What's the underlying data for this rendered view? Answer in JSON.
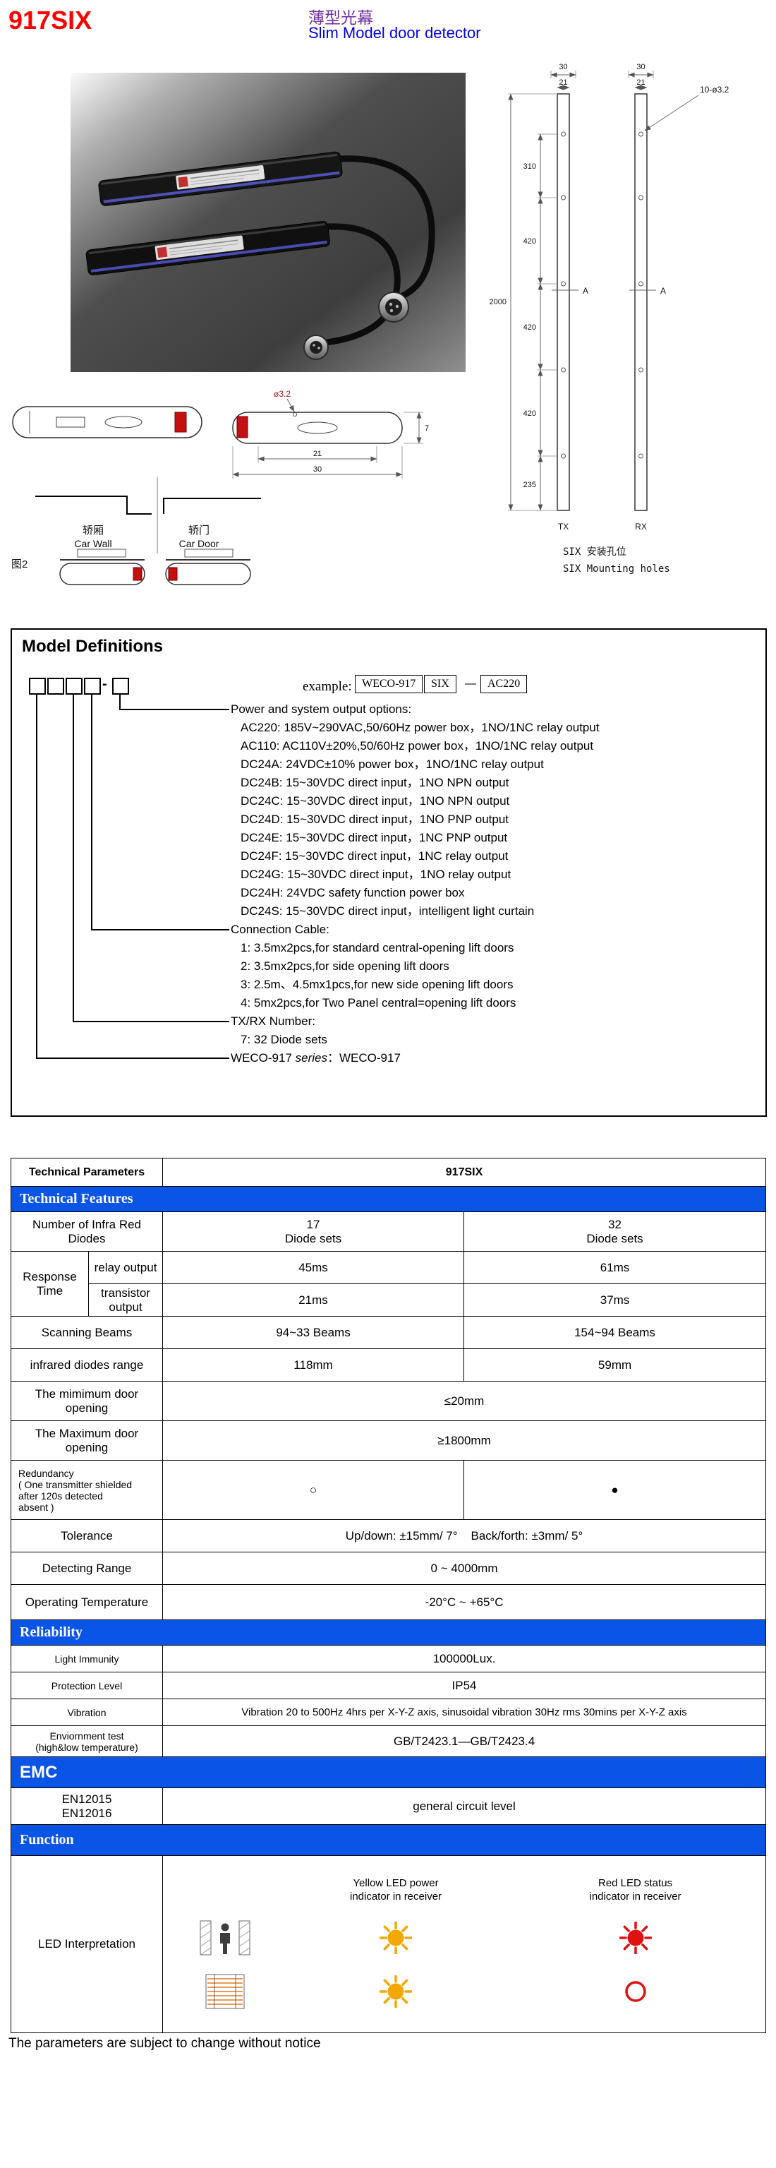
{
  "header": {
    "model": "917SIX",
    "title_cn": "薄型光幕",
    "title_en": "Slim Model  door detector"
  },
  "drawing": {
    "dim30": "30",
    "dim21": "21",
    "holes_label": "10-ø3.2",
    "seg310": "310",
    "seg420": "420",
    "seg235": "235",
    "overall": "2000",
    "a": "A",
    "tx": "TX",
    "rx": "RX",
    "caption_cn": "SIX 安装孔位",
    "caption_en": "SIX Mounting holes"
  },
  "cross_section": {
    "dia": "ø3.2",
    "dim21": "21",
    "dim30": "30",
    "dim7": "7",
    "car_wall_cn": "轿厢",
    "car_wall_en": "Car Wall",
    "car_door_cn": "轿门",
    "car_door_en": "Car Door",
    "fig": "图2"
  },
  "model_def": {
    "title": "Model Definitions",
    "example_label": "example:",
    "example_box1": "WECO-917",
    "example_box2": "SIX",
    "example_dash": "—",
    "example_box3": "AC220",
    "lines": [
      "Power and system output options:",
      "AC220: 185V~290VAC,50/60Hz power box，1NO/1NC relay output",
      "AC110: AC110V±20%,50/60Hz power box，1NO/1NC relay output",
      "DC24A: 24VDC±10% power box，1NO/1NC relay output",
      "DC24B: 15~30VDC direct input，1NO NPN output",
      "DC24C: 15~30VDC direct input，1NO NPN output",
      "DC24D: 15~30VDC direct input，1NO PNP output",
      "DC24E: 15~30VDC direct input，1NC PNP output",
      "DC24F: 15~30VDC direct input，1NC relay output",
      "DC24G: 15~30VDC direct input，1NO relay output",
      "DC24H: 24VDC safety function power box",
      "DC24S: 15~30VDC direct input，intelligent light curtain",
      "Connection Cable:",
      "1: 3.5mx2pcs,for standard central-opening lift doors",
      "2: 3.5mx2pcs,for side opening lift doors",
      "3: 2.5m、4.5mx1pcs,for new side opening lift doors",
      "4: 5mx2pcs,for Two Panel central=opening lift doors",
      "TX/RX Number:",
      "7: 32 Diode sets"
    ],
    "series_pre": "WECO-917 ",
    "series_italic": "series",
    "series_post": "：WECO-917"
  },
  "table": {
    "header_left": "Technical Parameters",
    "header_right": "917SIX",
    "bands": {
      "features": "Technical Features",
      "reliability": "Reliability",
      "emc": "EMC",
      "function": "Function"
    },
    "diodes": {
      "label": "Number of Infra Red\nDiodes",
      "a": "17\nDiode sets",
      "b": "32\nDiode sets"
    },
    "response": {
      "label": "Response\nTime",
      "relay": "relay output",
      "relay_a": "45ms",
      "relay_b": "61ms",
      "transistor": "transistor\noutput",
      "transistor_a": "21ms",
      "transistor_b": "37ms"
    },
    "scanning": {
      "label": "Scanning Beams",
      "a": "94~33 Beams",
      "b": "154~94 Beams"
    },
    "diode_range": {
      "label": "infrared diodes range",
      "a": "118mm",
      "b": "59mm"
    },
    "min_opening": {
      "label": "The mimimum door\nopening",
      "value": "≤20mm"
    },
    "max_opening": {
      "label": "The Maximum door\nopening",
      "value": "≥1800mm"
    },
    "redundancy": {
      "label": "Redundancy\n( One transmitter shielded\nafter 120s detected\nabsent )",
      "a": "○",
      "b": "●"
    },
    "tolerance": {
      "label": "Tolerance",
      "value": "Up/down: ±15mm/ 7°    Back/forth: ±3mm/ 5°"
    },
    "detecting": {
      "label": "Detecting Range",
      "value": "0 ~ 4000mm"
    },
    "temperature": {
      "label": "Operating Temperature",
      "value": "-20°C ~ +65°C"
    },
    "light": {
      "label": "Light Immunity",
      "value": "100000Lux."
    },
    "protection": {
      "label": "Protection Level",
      "value": "IP54"
    },
    "vibration": {
      "label": "Vibration",
      "value": "Vibration 20 to 500Hz 4hrs per X-Y-Z axis, sinusoidal vibration 30Hz rms 30mins per X-Y-Z axis"
    },
    "environment": {
      "label": "Enviornment test\n(high&low temperature)",
      "value": "GB/T2423.1—GB/T2423.4"
    },
    "en_standards": {
      "label": "EN12015\nEN12016",
      "value": "general circuit level"
    },
    "led": {
      "label": "LED Interpretation",
      "yellow_header": "Yellow LED power\nindicator in receiver",
      "red_header": "Red LED status\nindicator in receiver"
    }
  },
  "footer": {
    "note": "The parameters are subject to change without notice"
  }
}
